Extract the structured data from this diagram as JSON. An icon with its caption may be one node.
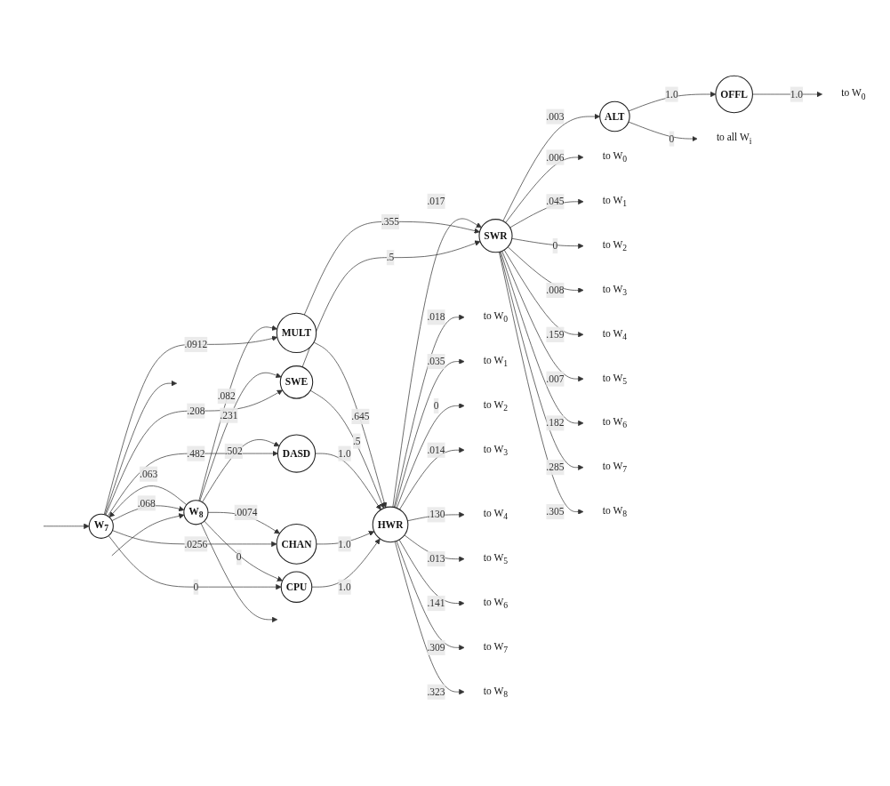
{
  "diagram": {
    "nodes": [
      {
        "text": [
          "W$_{7}$"
        ]
      },
      {
        "text": [
          "W$_{8}$"
        ]
      },
      {
        "text": [
          "CPU"
        ]
      },
      {
        "text": [
          "CHAN"
        ]
      },
      {
        "text": [
          "DASD"
        ]
      },
      {
        "text": [
          "SWE"
        ]
      },
      {
        "text": [
          "MULT"
        ]
      },
      {
        "text": [
          "HWR"
        ]
      },
      {
        "text": [
          "SWR"
        ]
      },
      {
        "text": [
          "ALT"
        ]
      },
      {
        "text": [
          "OFFL"
        ]
      },
      {
        "text": [
          "to W$_{0}$"
        ]
      },
      {
        "text": [
          "to W$_{1}$"
        ]
      },
      {
        "text": [
          "to W$_{2}$"
        ]
      },
      {
        "text": [
          "to W$_{3}$"
        ]
      },
      {
        "text": [
          "to W$_{4}$"
        ]
      },
      {
        "text": [
          "to W$_{5}$"
        ]
      },
      {
        "text": [
          "to W$_{6}$"
        ]
      },
      {
        "text": [
          "to W$_{7}$"
        ]
      },
      {
        "text": [
          "to W$_{8}$"
        ]
      },
      {
        "text": [
          "to W$_{0}$"
        ]
      },
      {
        "text": [
          "to W$_{1}$"
        ]
      },
      {
        "text": [
          "to W$_{2}$"
        ]
      },
      {
        "text": [
          "to W$_{3}$"
        ]
      },
      {
        "text": [
          "to W$_{4}$"
        ]
      },
      {
        "text": [
          "to W$_{5}$"
        ]
      },
      {
        "text": [
          "to W$_{6}$"
        ]
      },
      {
        "text": [
          "to W$_{7}$"
        ]
      },
      {
        "text": [
          "to W$_{8}$"
        ]
      },
      {
        "text": [
          "to all W$_{i}$"
        ]
      },
      {
        "text": [
          "to W$_{0}$"
        ]
      }
    ],
    "edges": [
      {
        "from": null,
        "to": 0,
        "arrow": "to"
      },
      {
        "from": 0,
        "to": null,
        "arrow": "to"
      },
      {
        "from": null,
        "to": 1,
        "arrow": "to"
      },
      {
        "from": 1,
        "to": null,
        "arrow": "to"
      },
      {
        "from": 0,
        "to": 2,
        "arrow": "to",
        "label": "0"
      },
      {
        "from": 0,
        "to": 3,
        "arrow": "to",
        "label": ".0256"
      },
      {
        "from": 0,
        "to": 4,
        "arrow": "to",
        "label": ".482"
      },
      {
        "from": 0,
        "to": 5,
        "arrow": "to",
        "label": ".208"
      },
      {
        "from": 0,
        "to": 6,
        "arrow": "to",
        "label": ".0912"
      },
      {
        "from": 1,
        "to": 0,
        "arrow": "to",
        "label": ".063"
      },
      {
        "from": 0,
        "to": 1,
        "arrow": "to",
        "label": ".068"
      },
      {
        "from": 1,
        "to": 2,
        "arrow": "to",
        "label": "0"
      },
      {
        "from": 1,
        "to": 3,
        "arrow": "to",
        "label": ".0074"
      },
      {
        "from": 1,
        "to": 4,
        "arrow": "to",
        "label": ".502"
      },
      {
        "from": 1,
        "to": 5,
        "arrow": "to",
        "label": ".231"
      },
      {
        "from": 1,
        "to": 6,
        "arrow": "to",
        "label": ".082"
      },
      {
        "from": 2,
        "to": 7,
        "arrow": "to",
        "label": "1.0"
      },
      {
        "from": 3,
        "to": 7,
        "arrow": "to",
        "label": "1.0"
      },
      {
        "from": 4,
        "to": 7,
        "arrow": "to",
        "label": "1.0"
      },
      {
        "from": 5,
        "to": 7,
        "arrow": "to",
        "label": ".5"
      },
      {
        "from": 5,
        "to": 8,
        "arrow": "to",
        "label": ".5"
      },
      {
        "from": 6,
        "to": 7,
        "arrow": "to",
        "label": ".645"
      },
      {
        "from": 6,
        "to": 8,
        "arrow": "to",
        "label": ".355"
      },
      {
        "from": 7,
        "to": 8,
        "arrow": "to",
        "label": ".017"
      },
      {
        "from": 8,
        "to": 9,
        "arrow": "to",
        "label": ".003"
      },
      {
        "from": 9,
        "to": 10,
        "arrow": "to",
        "label": "1.0"
      },
      {
        "from": 7,
        "to": 11,
        "arrow": "to",
        "label": ".018"
      },
      {
        "from": 7,
        "to": 12,
        "arrow": "to",
        "label": ".035"
      },
      {
        "from": 7,
        "to": 13,
        "arrow": "to",
        "label": "0"
      },
      {
        "from": 7,
        "to": 14,
        "arrow": "to",
        "label": ".014"
      },
      {
        "from": 7,
        "to": 15,
        "arrow": "to",
        "label": ".130"
      },
      {
        "from": 7,
        "to": 16,
        "arrow": "to",
        "label": ".013"
      },
      {
        "from": 7,
        "to": 17,
        "arrow": "to",
        "label": ".141"
      },
      {
        "from": 7,
        "to": 18,
        "arrow": "to",
        "label": ".309"
      },
      {
        "from": 7,
        "to": 19,
        "arrow": "to",
        "label": ".323"
      },
      {
        "from": 8,
        "to": 20,
        "arrow": "to",
        "label": ".006"
      },
      {
        "from": 8,
        "to": 21,
        "arrow": "to",
        "label": ".045"
      },
      {
        "from": 8,
        "to": 22,
        "arrow": "to",
        "label": "0"
      },
      {
        "from": 8,
        "to": 23,
        "arrow": "to",
        "label": ".008"
      },
      {
        "from": 8,
        "to": 24,
        "arrow": "to",
        "label": ".159"
      },
      {
        "from": 8,
        "to": 25,
        "arrow": "to",
        "label": ".007"
      },
      {
        "from": 8,
        "to": 26,
        "arrow": "to",
        "label": ".182"
      },
      {
        "from": 8,
        "to": 27,
        "arrow": "to",
        "label": ".285"
      },
      {
        "from": 8,
        "to": 28,
        "arrow": "to",
        "label": ".305"
      },
      {
        "from": 9,
        "to": 29,
        "arrow": "to",
        "label": "0"
      },
      {
        "from": 10,
        "to": 30,
        "arrow": "to",
        "label": "1.0"
      }
    ]
  }
}
